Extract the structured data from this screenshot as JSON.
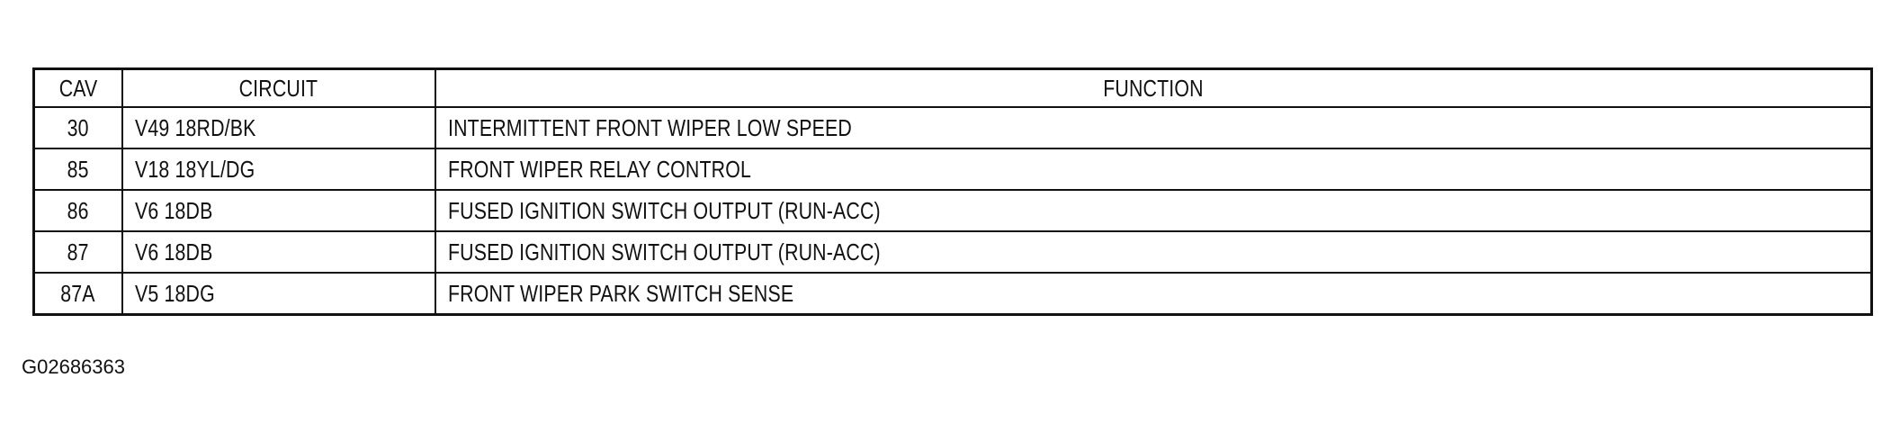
{
  "table": {
    "headers": {
      "cav": "CAV",
      "circuit": "CIRCUIT",
      "function": "FUNCTION"
    },
    "rows": [
      {
        "cav": "30",
        "circuit": "V49 18RD/BK",
        "function": "INTERMITTENT FRONT WIPER LOW SPEED"
      },
      {
        "cav": "85",
        "circuit": "V18 18YL/DG",
        "function": "FRONT WIPER RELAY CONTROL"
      },
      {
        "cav": "86",
        "circuit": "V6 18DB",
        "function": "FUSED IGNITION SWITCH OUTPUT (RUN-ACC)"
      },
      {
        "cav": "87",
        "circuit": "V6 18DB",
        "function": "FUSED IGNITION SWITCH OUTPUT (RUN-ACC)"
      },
      {
        "cav": "87A",
        "circuit": "V5 18DG",
        "function": "FRONT WIPER PARK SWITCH SENSE"
      }
    ]
  },
  "figure_id": "G02686363",
  "colors": {
    "line": "#111111",
    "text": "#111111",
    "background": "#ffffff"
  }
}
